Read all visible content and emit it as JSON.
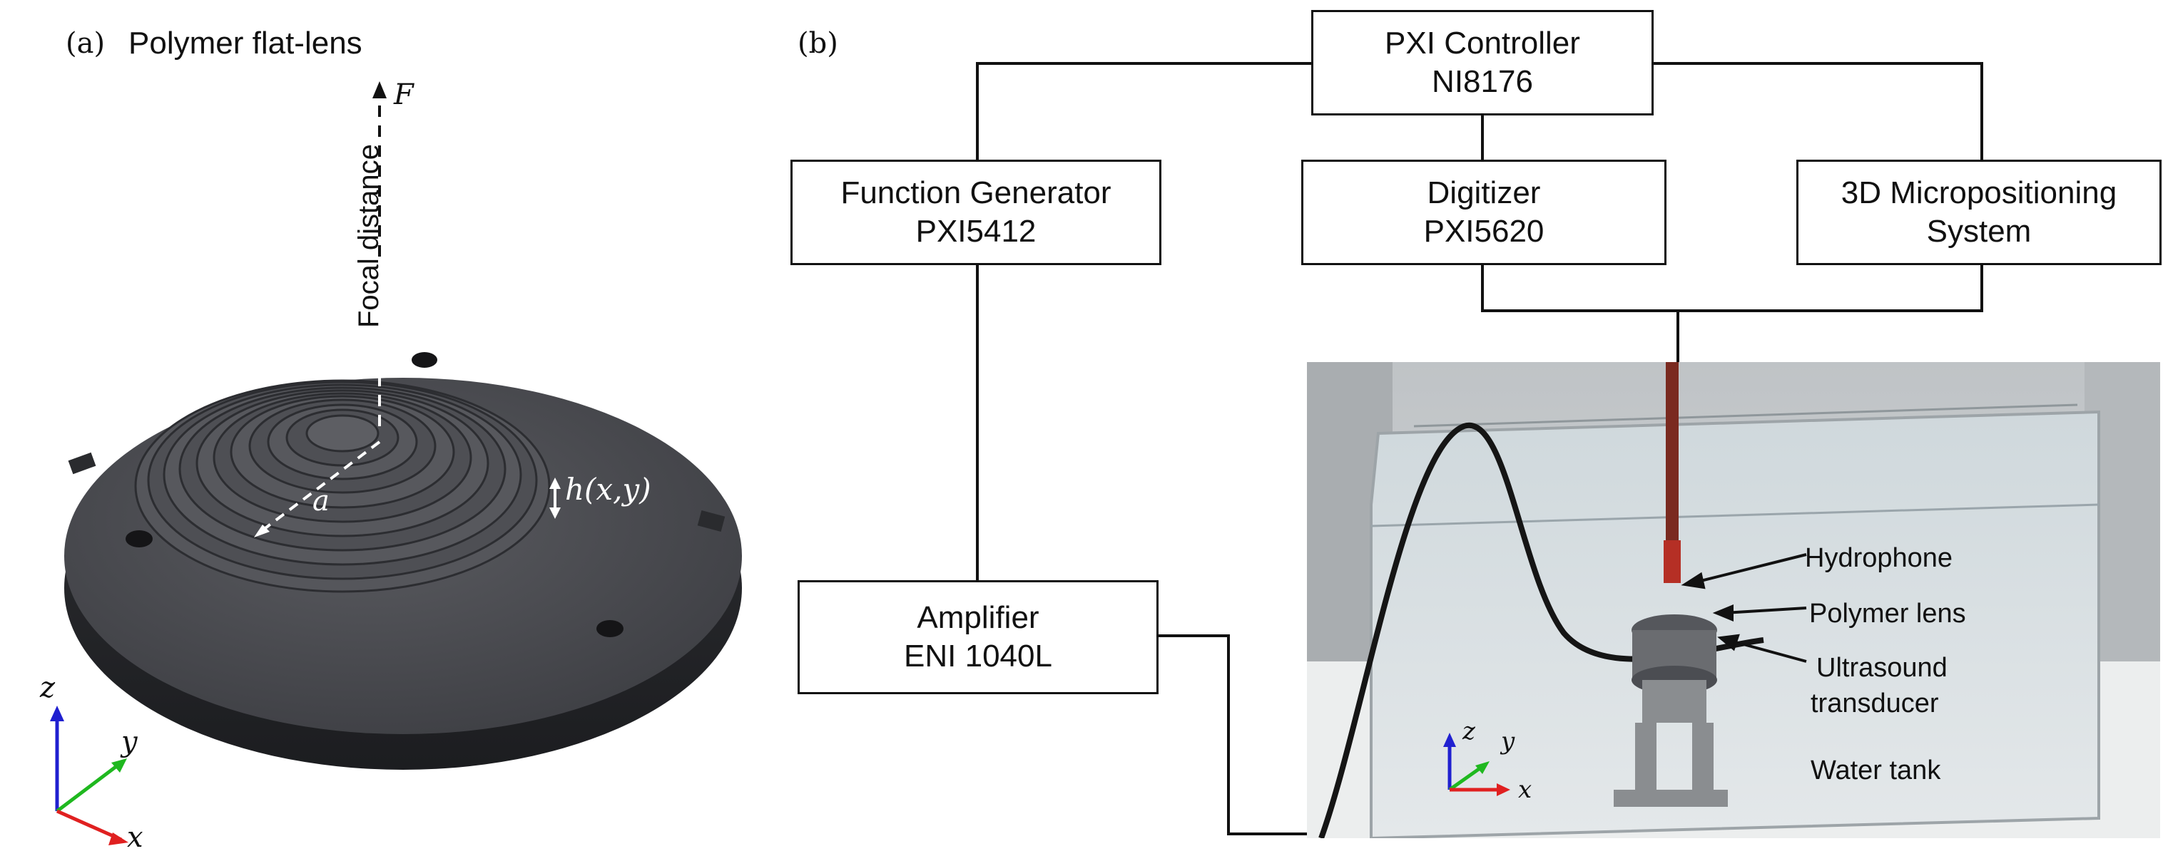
{
  "panel_a": {
    "label": "(a)",
    "title": "Polymer flat-lens",
    "focal_axis_label": "F",
    "focal_distance_label": "Focal distance",
    "radius_label": "a",
    "height_label": "h(x,y)",
    "axes": {
      "x": "x",
      "y": "y",
      "z": "z"
    }
  },
  "panel_b": {
    "label": "(b)",
    "blocks": {
      "controller": {
        "line1": "PXI Controller",
        "line2": "NI8176"
      },
      "function_generator": {
        "line1": "Function Generator",
        "line2": "PXI5412"
      },
      "digitizer": {
        "line1": "Digitizer",
        "line2": "PXI5620"
      },
      "micropositioning": {
        "line1": "3D Micropositioning",
        "line2": "System"
      },
      "amplifier": {
        "line1": "Amplifier",
        "line2": "ENI 1040L"
      }
    },
    "callouts": {
      "hydrophone": "Hydrophone",
      "lens": "Polymer lens",
      "transducer_1": "Ultrasound",
      "transducer_2": "transducer",
      "tank": "Water tank"
    },
    "axes": {
      "x": "x",
      "y": "y",
      "z": "z"
    }
  },
  "colors": {
    "x_axis": "#e02020",
    "y_axis": "#1fb81f",
    "z_axis": "#2020d0",
    "lens_body": "#4a4b50",
    "line": "#111111"
  }
}
